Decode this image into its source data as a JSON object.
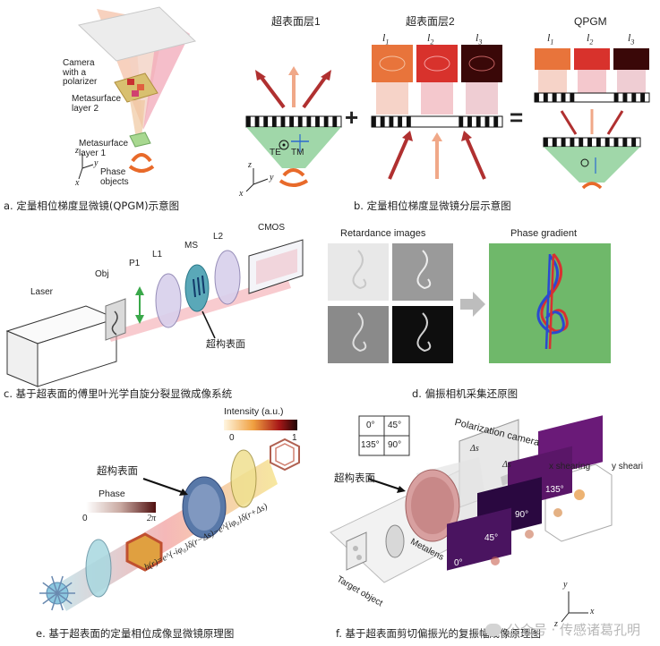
{
  "panel_a": {
    "caption": "a. 定量相位梯度显微镜(QPGM)示意图",
    "label_camera": "Camera\nwith a\npolarizer",
    "label_layer2": "Metasurface\nlayer 2",
    "label_layer1": "Metasurface\nlayer 1",
    "label_phase": "Phase\nobjects",
    "axis_z": "z",
    "axis_y": "y",
    "axis_x": "x"
  },
  "panel_b": {
    "caption": "b. 定量相位梯度显微镜分层示意图",
    "title_layer1": "超表面层1",
    "title_layer2": "超表面层2",
    "title_qpgm": "QPGM",
    "l1": "l",
    "l2": "l",
    "l3": "l",
    "l1_sub": "1",
    "l2_sub": "2",
    "l3_sub": "3",
    "te": "TE",
    "tm": "TM",
    "plus": "+",
    "equals": "=",
    "axis_z": "z",
    "axis_y": "y",
    "axis_x": "x"
  },
  "panel_c": {
    "caption": "c. 基于超表面的傅里叶光学自旋分裂显微成像系统",
    "laser": "Laser",
    "obj": "Obj",
    "p1": "P1",
    "l1": "L1",
    "ms": "MS",
    "l2": "L2",
    "cmos": "CMOS",
    "metasurface": "超构表面"
  },
  "panel_d": {
    "caption": "d. 偏振相机采集还原图",
    "retardance": "Retardance images",
    "phase_gradient": "Phase gradient"
  },
  "panel_e": {
    "caption": "e. 基于超表面的定量相位成像显微镜原理图",
    "intensity": "Intensity (a.u.)",
    "int_min": "0",
    "int_max": "1",
    "phase": "Phase",
    "phase_min": "0",
    "phase_max": "2π",
    "metasurface": "超构表面",
    "formula": "h(r)=e^{-iφ₀}δ(r−Δs)−e^{iφ₀}δ(r+Δs)"
  },
  "panel_f": {
    "caption": "f. 基于超表面剪切偏振光的复振幅成像原理图",
    "pol_camera": "Polarization camera",
    "deg0": "0°",
    "deg45": "45°",
    "deg135": "135°",
    "deg90": "90°",
    "delta_s1": "Δs",
    "delta_s2": "Δs",
    "metasurface": "超构表面",
    "metalens": "Metalens",
    "target": "Target object",
    "x_shearing": "x shearing",
    "y_shearing": "y sheari",
    "img135": "135°",
    "img90": "90°",
    "img45": "45°",
    "img0": "0°",
    "axis_y": "y",
    "axis_x": "x",
    "axis_z": "z"
  },
  "watermark": "公众号 · 传感诸葛孔明",
  "colors": {
    "orange": "#e8743b",
    "red": "#d8322c",
    "darkred": "#a02020",
    "green": "#7cc08a",
    "phase_green": "#6fb86a",
    "peach": "#f0b090"
  }
}
